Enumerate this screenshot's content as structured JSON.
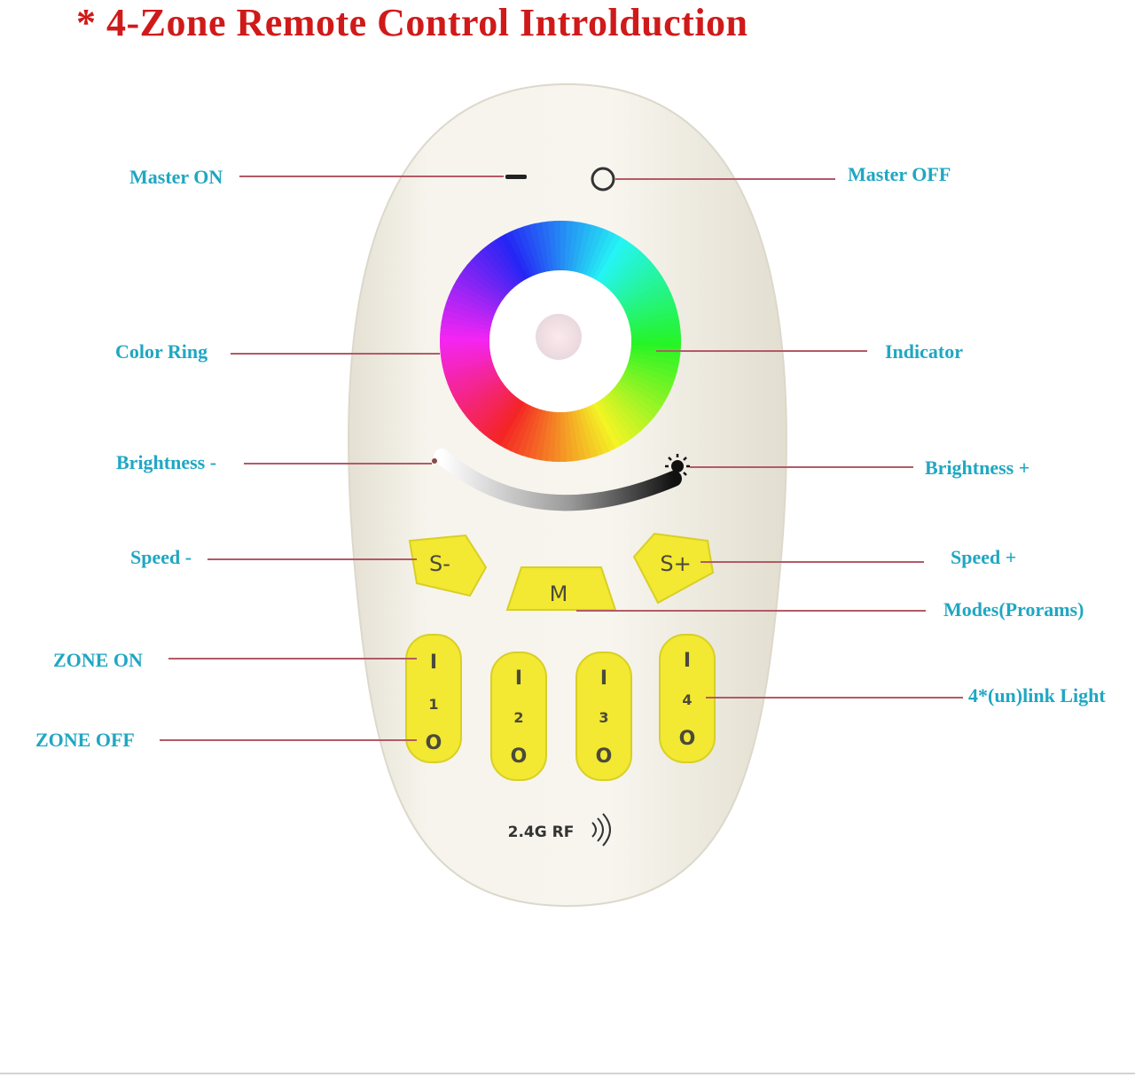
{
  "title": "* 4-Zone Remote Control Introlduction",
  "colors": {
    "title": "#d01a1a",
    "label": "#1fa7c2",
    "leader": "#b35a66",
    "remote_body": "#f4f1e6",
    "button_yellow": "#f3e832",
    "button_text": "#4a4a3c"
  },
  "labels": {
    "master_on": "Master ON",
    "master_off": "Master OFF",
    "color_ring": "Color Ring",
    "indicator": "Indicator",
    "brightness_minus": "Brightness -",
    "brightness_plus": "Brightness +",
    "speed_minus": "Speed -",
    "speed_plus": "Speed +",
    "modes": "Modes(Prorams)",
    "zone_on": "ZONE ON",
    "zone_off": "ZONE OFF",
    "link_light": "4*(un)link Light"
  },
  "remote": {
    "speed_minus_button": "S-",
    "mode_button": "M",
    "speed_plus_button": "S+",
    "zone_on_symbol": "I",
    "zone_off_symbol": "O",
    "zones": [
      "1",
      "2",
      "3",
      "4"
    ],
    "rf_label": "2.4G RF"
  },
  "icons": {
    "master_on": "minus-icon",
    "master_off": "circle-icon",
    "brightness": "sun-icon",
    "rf": "wireless-signal-icon"
  }
}
